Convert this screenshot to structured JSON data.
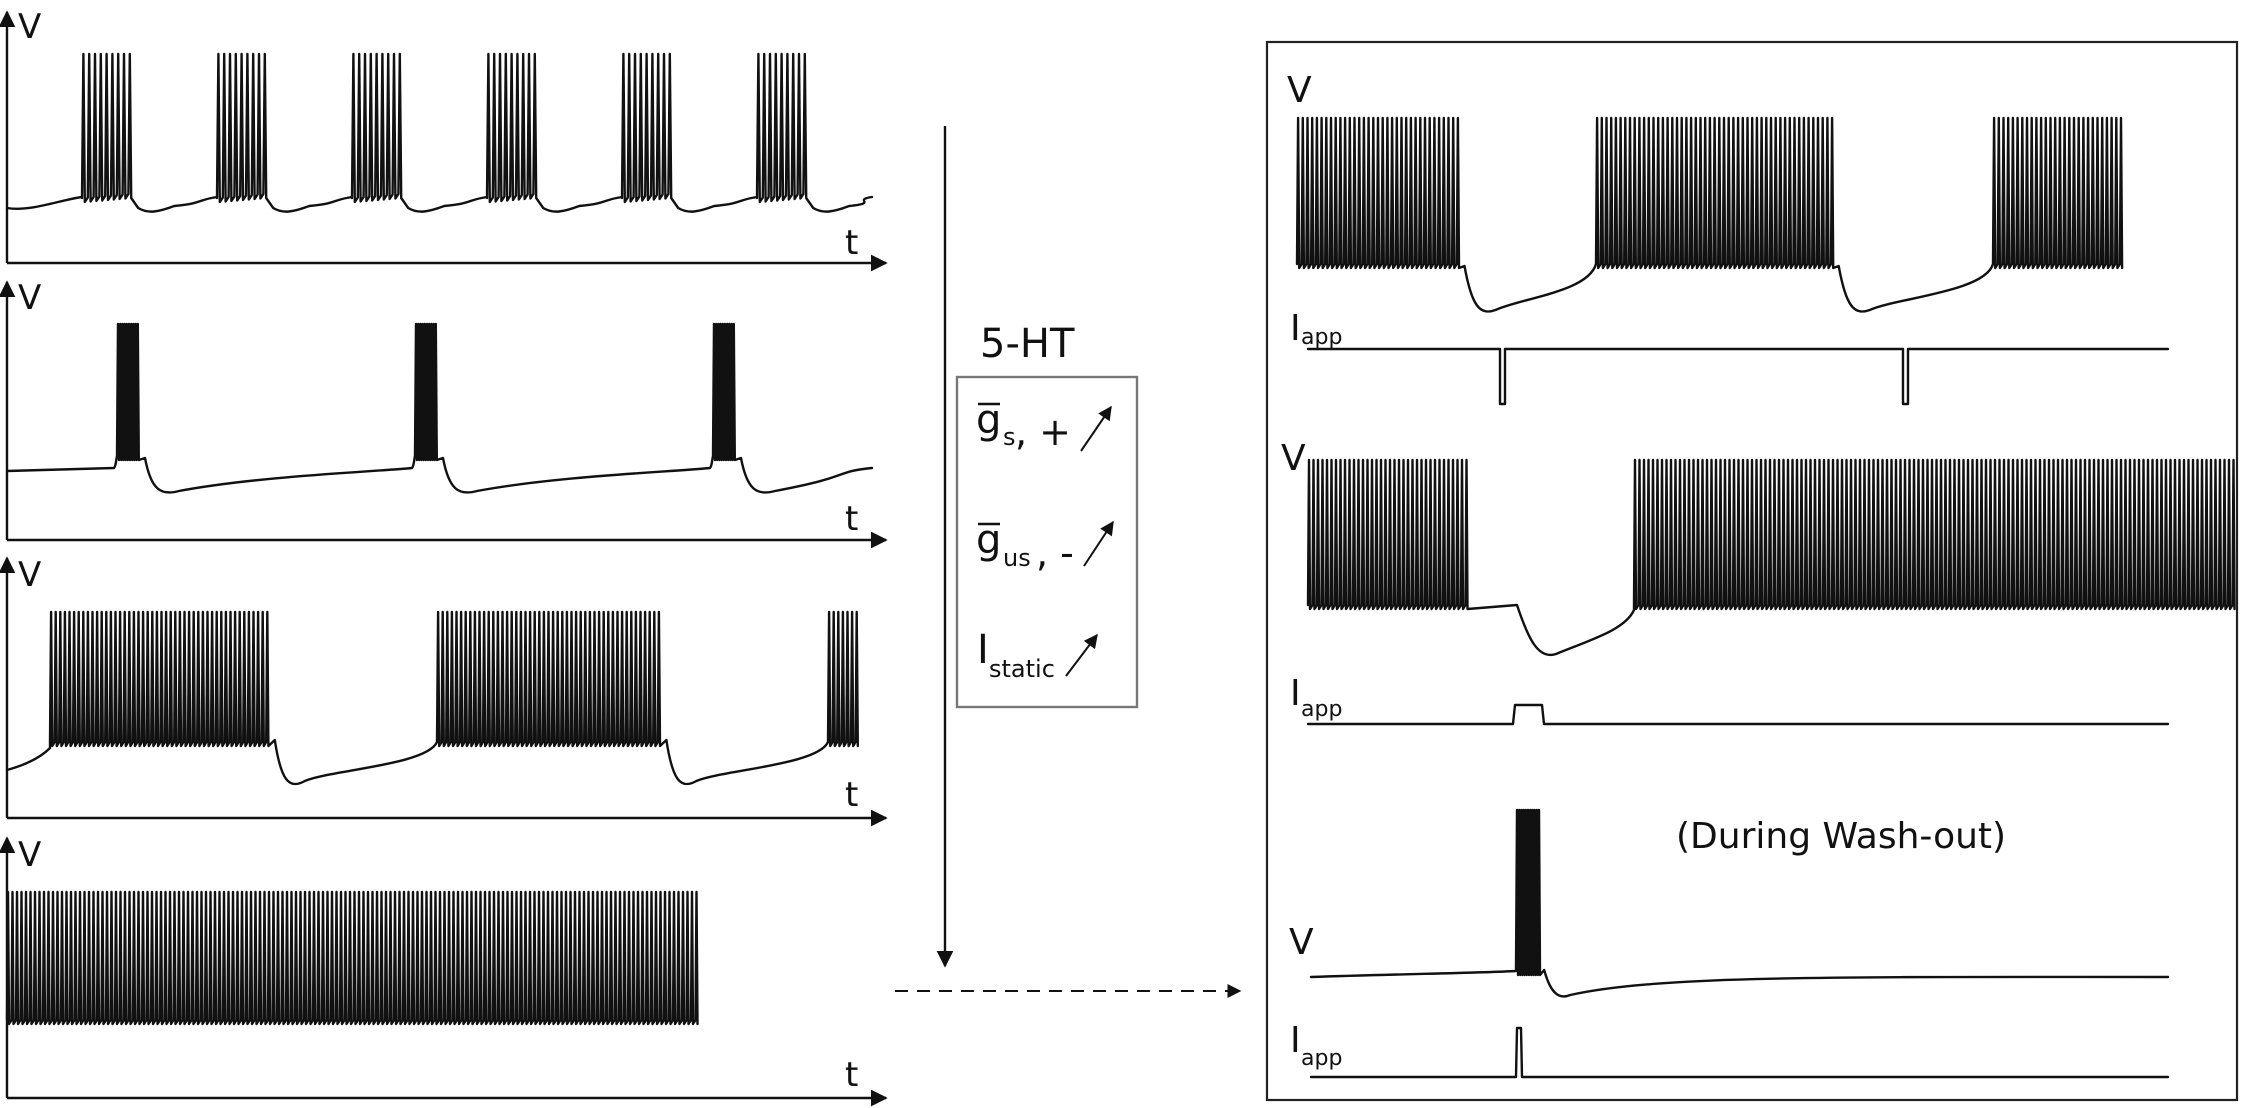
{
  "left_panels": [
    {
      "v_label": "V",
      "t_label": "t",
      "pattern": "parabolic bursting"
    },
    {
      "v_label": "V",
      "t_label": "t",
      "pattern": "square-wave bursting"
    },
    {
      "v_label": "V",
      "t_label": "t",
      "pattern": "plateau bursting"
    },
    {
      "v_label": "V",
      "t_label": "t",
      "pattern": "tonic spiking"
    }
  ],
  "modulation": {
    "title": "5-HT",
    "items": [
      {
        "main": "g",
        "sub": "s",
        "suffix": ", +"
      },
      {
        "main": "g",
        "sub": "us",
        "suffix": ", -"
      },
      {
        "main": "I",
        "sub": "static",
        "suffix": ""
      }
    ]
  },
  "right_panel": {
    "v_label": "V",
    "i_main": "I",
    "i_sub": "app",
    "washout_label": "(During Wash-out)"
  }
}
